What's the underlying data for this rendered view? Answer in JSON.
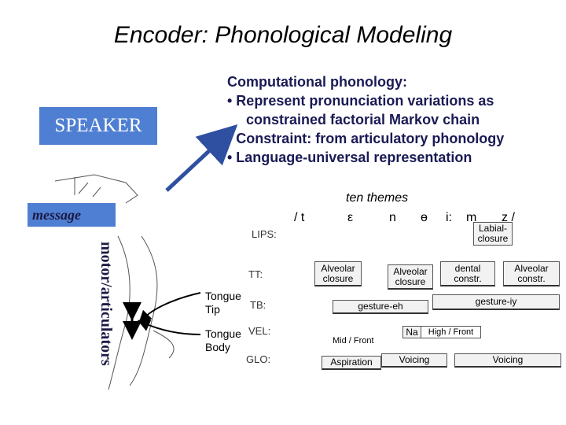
{
  "title": "Encoder: Phonological Modeling",
  "speaker_label": "SPEAKER",
  "message_label": "message",
  "motor_label": "motor/articulators",
  "description": {
    "heading": "Computational phonology:",
    "bullets": [
      "• Represent pronunciation variations as",
      "constrained factorial Markov chain",
      "• Constraint: from articulatory phonology",
      "• Language-universal representation"
    ]
  },
  "utterance": {
    "words": "ten themes",
    "phones": [
      "/ t",
      "ε",
      "n",
      "ө",
      "i:",
      "m",
      "z /"
    ]
  },
  "tract_rows": [
    "LIPS:",
    "TT:",
    "TB:",
    "VEL:",
    "GLO:"
  ],
  "tongue_tip": "Tongue\nTip",
  "tongue_body": "Tongue\nBody",
  "gestures": {
    "labial_closure": "Labial-\nclosure",
    "alveolar_closure_1": "Alveolar\nclosure",
    "alveolar_closure_2": "Alveolar\nclosure",
    "dental_constr": "dental\nconstr.",
    "alveolar_constr": "Alveolar\nconstr.",
    "gesture_eh": "gesture-eh",
    "gesture_iy": "gesture-iy",
    "nasal": "Na",
    "mid_front": "Mid / Front",
    "high_front": "High / Front",
    "aspiration": "Aspiration",
    "voicing_1": "Voicing",
    "voicing_2": "Voicing"
  },
  "colors": {
    "box_blue": "#4f7fd2",
    "arrow_blue": "#2f4fa0",
    "text_navy": "#1a1a55"
  }
}
